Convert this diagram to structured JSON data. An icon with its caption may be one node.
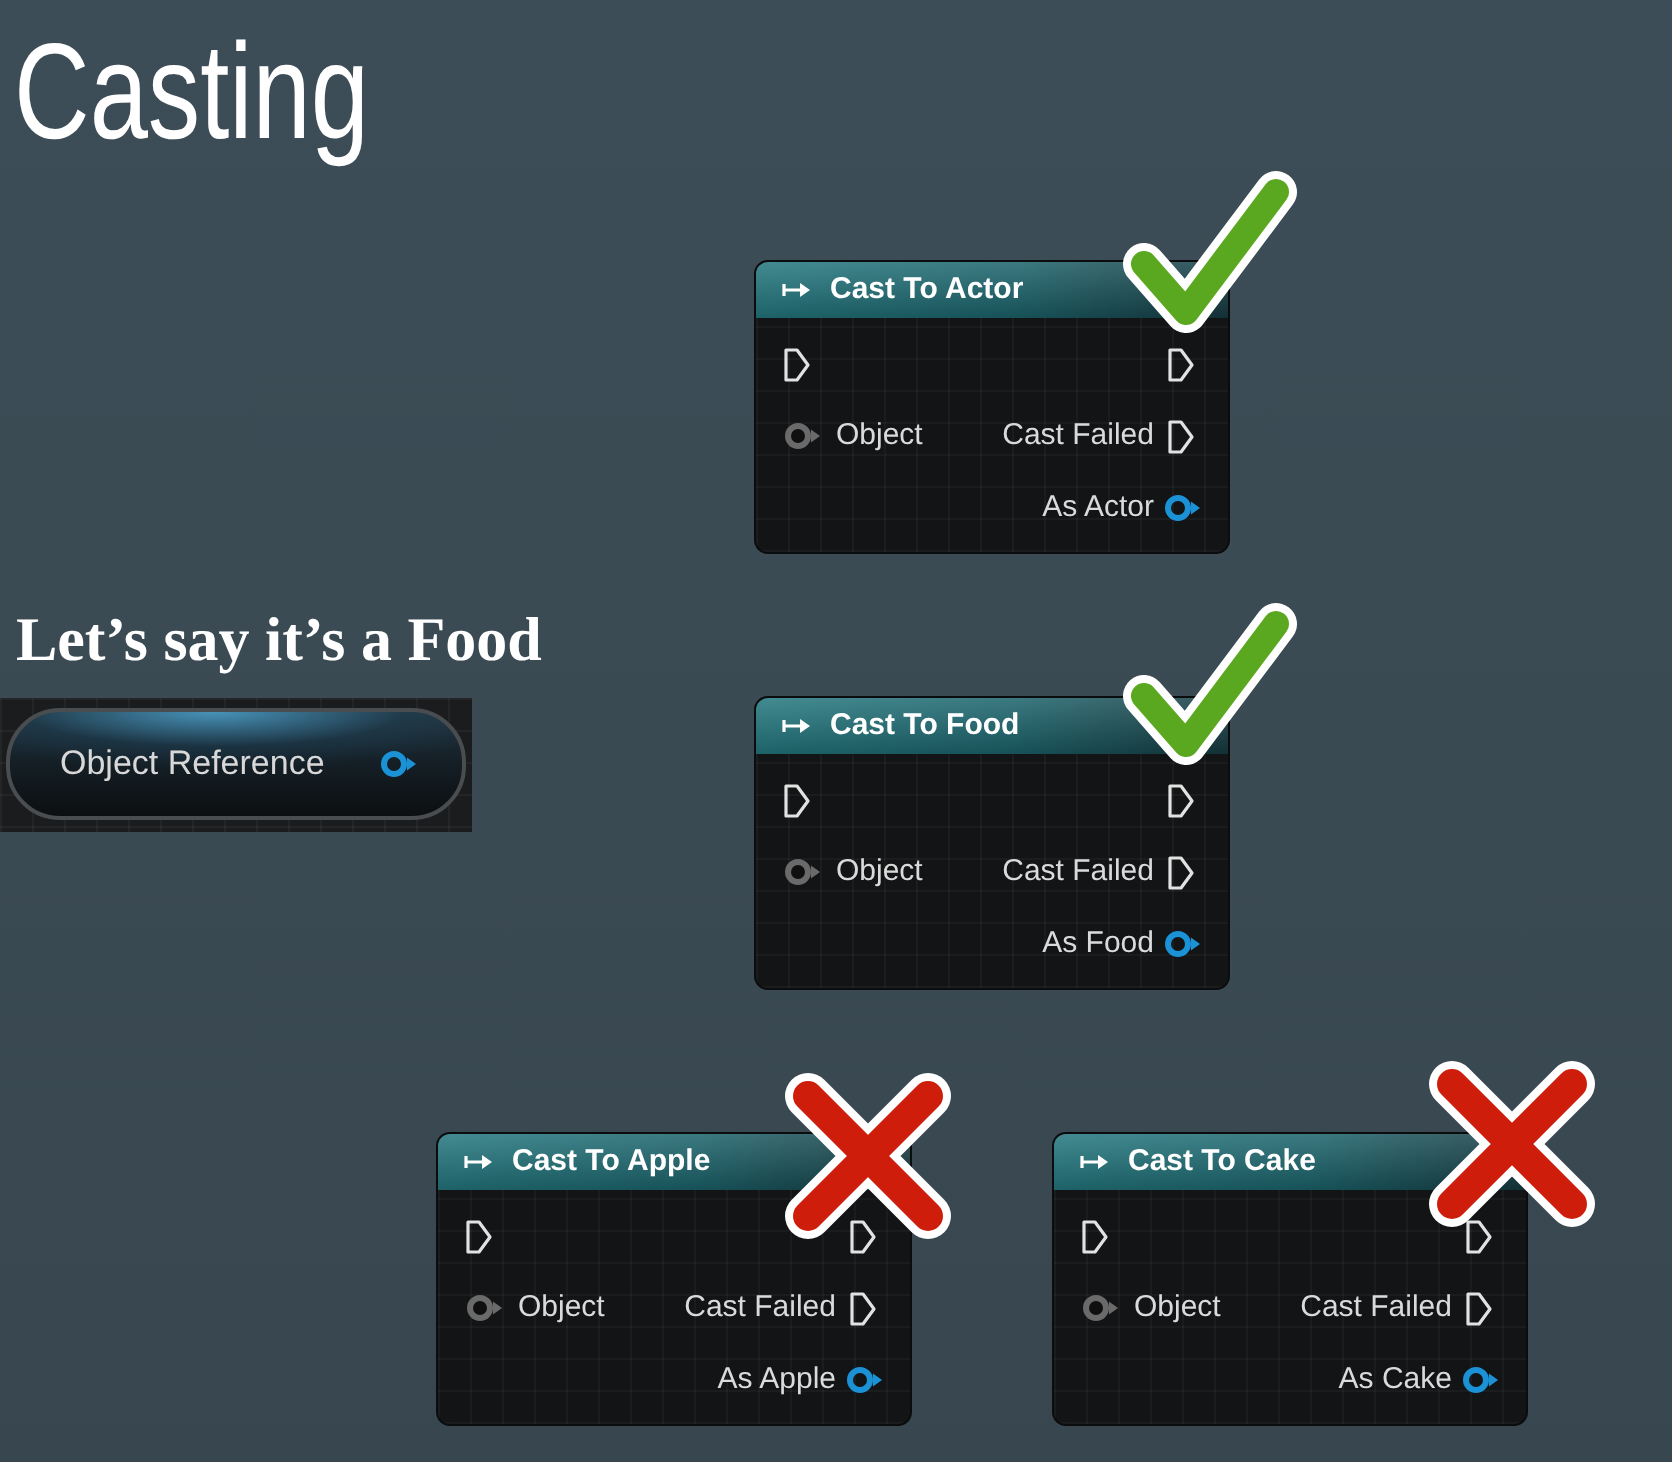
{
  "diagram": {
    "title": "Casting",
    "nodes": [
      {
        "text": [
          "Cast To Actor",
          "Object",
          "Cast Failed",
          "As Actor"
        ]
      },
      {
        "text": [
          "Object Reference"
        ]
      },
      {
        "text": [
          "Cast To Food",
          "Object",
          "Cast Failed",
          "As Food"
        ]
      },
      {
        "text": [
          "Cast To Apple",
          "Object",
          "Cast Failed",
          "As Apple"
        ]
      },
      {
        "text": [
          "Cast To Cake",
          "Object",
          "Cast Failed",
          "As Cake"
        ]
      }
    ],
    "labels": [
      "Let’s say it’s a Food"
    ]
  }
}
